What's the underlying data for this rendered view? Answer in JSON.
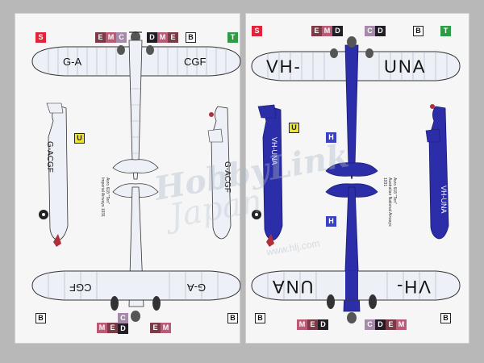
{
  "left_sheet": {
    "top_badges": [
      {
        "letter": "S",
        "style": "red"
      },
      {
        "letter": "E",
        "style": "E"
      },
      {
        "letter": "M",
        "style": "M"
      },
      {
        "letter": "C",
        "style": "C"
      },
      {
        "letter": "D",
        "style": "D"
      },
      {
        "letter": "M",
        "style": "M"
      },
      {
        "letter": "E",
        "style": "E"
      },
      {
        "letter": "B",
        "style": "white"
      },
      {
        "letter": "T",
        "style": "green"
      }
    ],
    "wing_top_reg_left": "G-A",
    "wing_top_reg_right": "CGF",
    "fuselage_reg": "G-ACGF",
    "bottom_wing_reg_left": "CGF",
    "bottom_wing_reg_right": "G-A",
    "side_badge_u": "U",
    "caption_line1": "Avro 618 \"Ten\"",
    "caption_line2": "Imperial Airways 1931",
    "bottom_badges": [
      {
        "letter": "B",
        "style": "white"
      },
      {
        "letter": "M",
        "style": "M"
      },
      {
        "letter": "E",
        "style": "E"
      },
      {
        "letter": "C",
        "style": "C"
      },
      {
        "letter": "D",
        "style": "D"
      },
      {
        "letter": "E",
        "style": "E"
      },
      {
        "letter": "M",
        "style": "M"
      },
      {
        "letter": "B",
        "style": "white"
      }
    ]
  },
  "right_sheet": {
    "top_badges": [
      {
        "letter": "S",
        "style": "red"
      },
      {
        "letter": "E",
        "style": "E"
      },
      {
        "letter": "M",
        "style": "M"
      },
      {
        "letter": "D",
        "style": "D"
      },
      {
        "letter": "C",
        "style": "C"
      },
      {
        "letter": "D",
        "style": "D"
      },
      {
        "letter": "B",
        "style": "white"
      },
      {
        "letter": "T",
        "style": "green"
      }
    ],
    "wing_top_reg_left": "VH-",
    "wing_top_reg_right": "UNA",
    "fuselage_reg": "VH-UNA",
    "bottom_wing_reg_left": "UNA",
    "bottom_wing_reg_right": "VH-",
    "side_badge_u": "U",
    "mid_badge_h": "H",
    "caption_line1": "Avro 618 \"Ten\"",
    "caption_line2": "Australian National Airways",
    "caption_line3": "1931",
    "bottom_badges": [
      {
        "letter": "B",
        "style": "white"
      },
      {
        "letter": "M",
        "style": "M"
      },
      {
        "letter": "E",
        "style": "E"
      },
      {
        "letter": "D",
        "style": "D"
      },
      {
        "letter": "C",
        "style": "C"
      },
      {
        "letter": "D",
        "style": "D"
      },
      {
        "letter": "E",
        "style": "E"
      },
      {
        "letter": "M",
        "style": "M"
      },
      {
        "letter": "B",
        "style": "white"
      }
    ]
  },
  "watermark_text": "HobbyLink",
  "watermark_text2": "Japan",
  "watermark_url": "www.hlj.com",
  "colors": {
    "page_bg": "#f6f6f6",
    "background": "#b8b8b8",
    "aircraft_silver": "#edf0f6",
    "aircraft_blue": "#2b2ea8",
    "red_badge": "#e0243a",
    "green_badge": "#2e9c45",
    "yellow_badge": "#f1e423"
  }
}
